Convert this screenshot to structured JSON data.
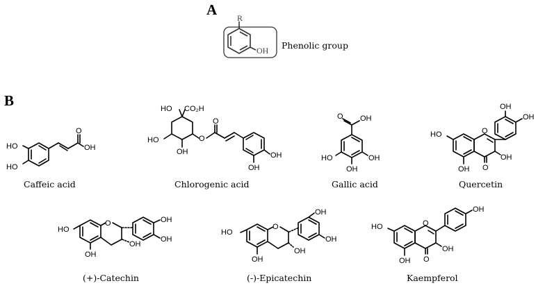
{
  "panel_a": {
    "label": "A",
    "substituent": "R",
    "hydroxyl": "OH",
    "caption": "Phenolic group"
  },
  "panel_b": {
    "label": "B",
    "compounds": [
      {
        "name": "Caffeic acid"
      },
      {
        "name": "Chlorogenic acid"
      },
      {
        "name": "Gallic acid"
      },
      {
        "name": "Quercetin"
      },
      {
        "name": "(+)-Catechin"
      },
      {
        "name": "(-)-Epicatechin"
      },
      {
        "name": "Kaempferol"
      }
    ]
  },
  "atoms": {
    "OH": "OH",
    "HO": "HO",
    "O": "O",
    "CO2H": "CO₂H"
  }
}
